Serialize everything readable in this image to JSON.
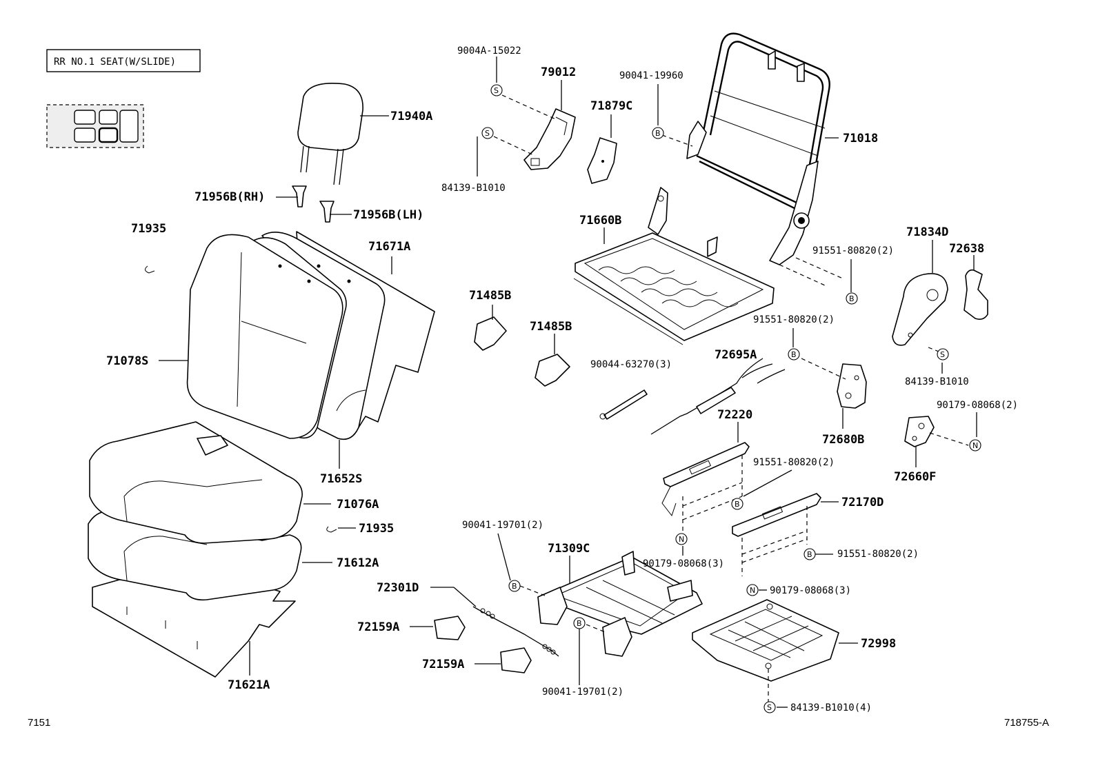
{
  "header": {
    "title": "RR NO.1 SEAT(W/SLIDE)"
  },
  "footer": {
    "left_code": "7151",
    "right_code": "718755-A"
  },
  "symbols": {
    "s": "S",
    "b": "B",
    "n": "N"
  },
  "parts": {
    "p71940A": "71940A",
    "p71956B_RH": "71956B(RH)",
    "p71956B_LH": "71956B(LH)",
    "p71935_top": "71935",
    "p71671A": "71671A",
    "p71078S": "71078S",
    "p71652S": "71652S",
    "p71076A": "71076A",
    "p71935_mid": "71935",
    "p71612A": "71612A",
    "p71621A": "71621A",
    "p9004A_15022": "9004A-15022",
    "p79012": "79012",
    "p84139_B1010_top": "84139-B1010",
    "p71879C": "71879C",
    "p90041_19960": "90041-19960",
    "p71018": "71018",
    "p71660B": "71660B",
    "p91551_80820_a": "91551-80820(2)",
    "p71834D": "71834D",
    "p72638": "72638",
    "p71485B_a": "71485B",
    "p71485B_b": "71485B",
    "p91551_80820_b": "91551-80820(2)",
    "p72695A": "72695A",
    "p90044_63270": "90044-63270(3)",
    "p84139_B1010_right": "84139-B1010",
    "p90179_08068_a": "90179-08068(2)",
    "p72220": "72220",
    "p72680B": "72680B",
    "p72660F": "72660F",
    "p91551_80820_c": "91551-80820(2)",
    "p72170D": "72170D",
    "p90041_19701_a": "90041-19701(2)",
    "p71309C": "71309C",
    "p90179_08068_b": "90179-08068(3)",
    "p91551_80820_d": "91551-80820(2)",
    "p90179_08068_c": "90179-08068(3)",
    "p72301D": "72301D",
    "p72159A_a": "72159A",
    "p72159A_b": "72159A",
    "p72998": "72998",
    "p90041_19701_b": "90041-19701(2)",
    "p84139_B1010_bottom": "84139-B1010(4)"
  }
}
